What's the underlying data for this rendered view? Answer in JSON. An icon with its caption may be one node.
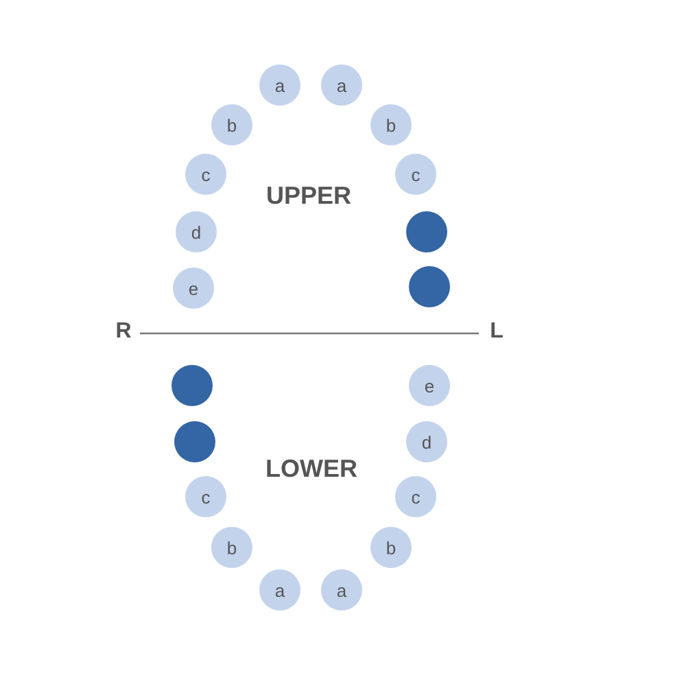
{
  "diagram": {
    "nodes": [
      {
        "text": [
          "a"
        ]
      },
      {
        "text": [
          "a"
        ]
      },
      {
        "text": [
          "b"
        ]
      },
      {
        "text": [
          "b"
        ]
      },
      {
        "text": [
          "c"
        ]
      },
      {
        "text": [
          "c"
        ]
      },
      {
        "text": [
          "d"
        ]
      },
      {
        "text": [],
        "shape": "circle"
      },
      {
        "text": [
          "e"
        ]
      },
      {
        "text": [],
        "shape": "circle"
      },
      {
        "text": [],
        "shape": "circle"
      },
      {
        "text": [
          "e"
        ]
      },
      {
        "text": [],
        "shape": "circle"
      },
      {
        "text": [
          "d"
        ]
      },
      {
        "text": [
          "c"
        ]
      },
      {
        "text": [
          "c"
        ]
      },
      {
        "text": [
          "b"
        ]
      },
      {
        "text": [
          "b"
        ]
      },
      {
        "text": [
          "a"
        ]
      },
      {
        "text": [
          "a"
        ]
      }
    ],
    "labels": [
      "UPPER",
      "R",
      "L",
      "LOWER"
    ]
  }
}
